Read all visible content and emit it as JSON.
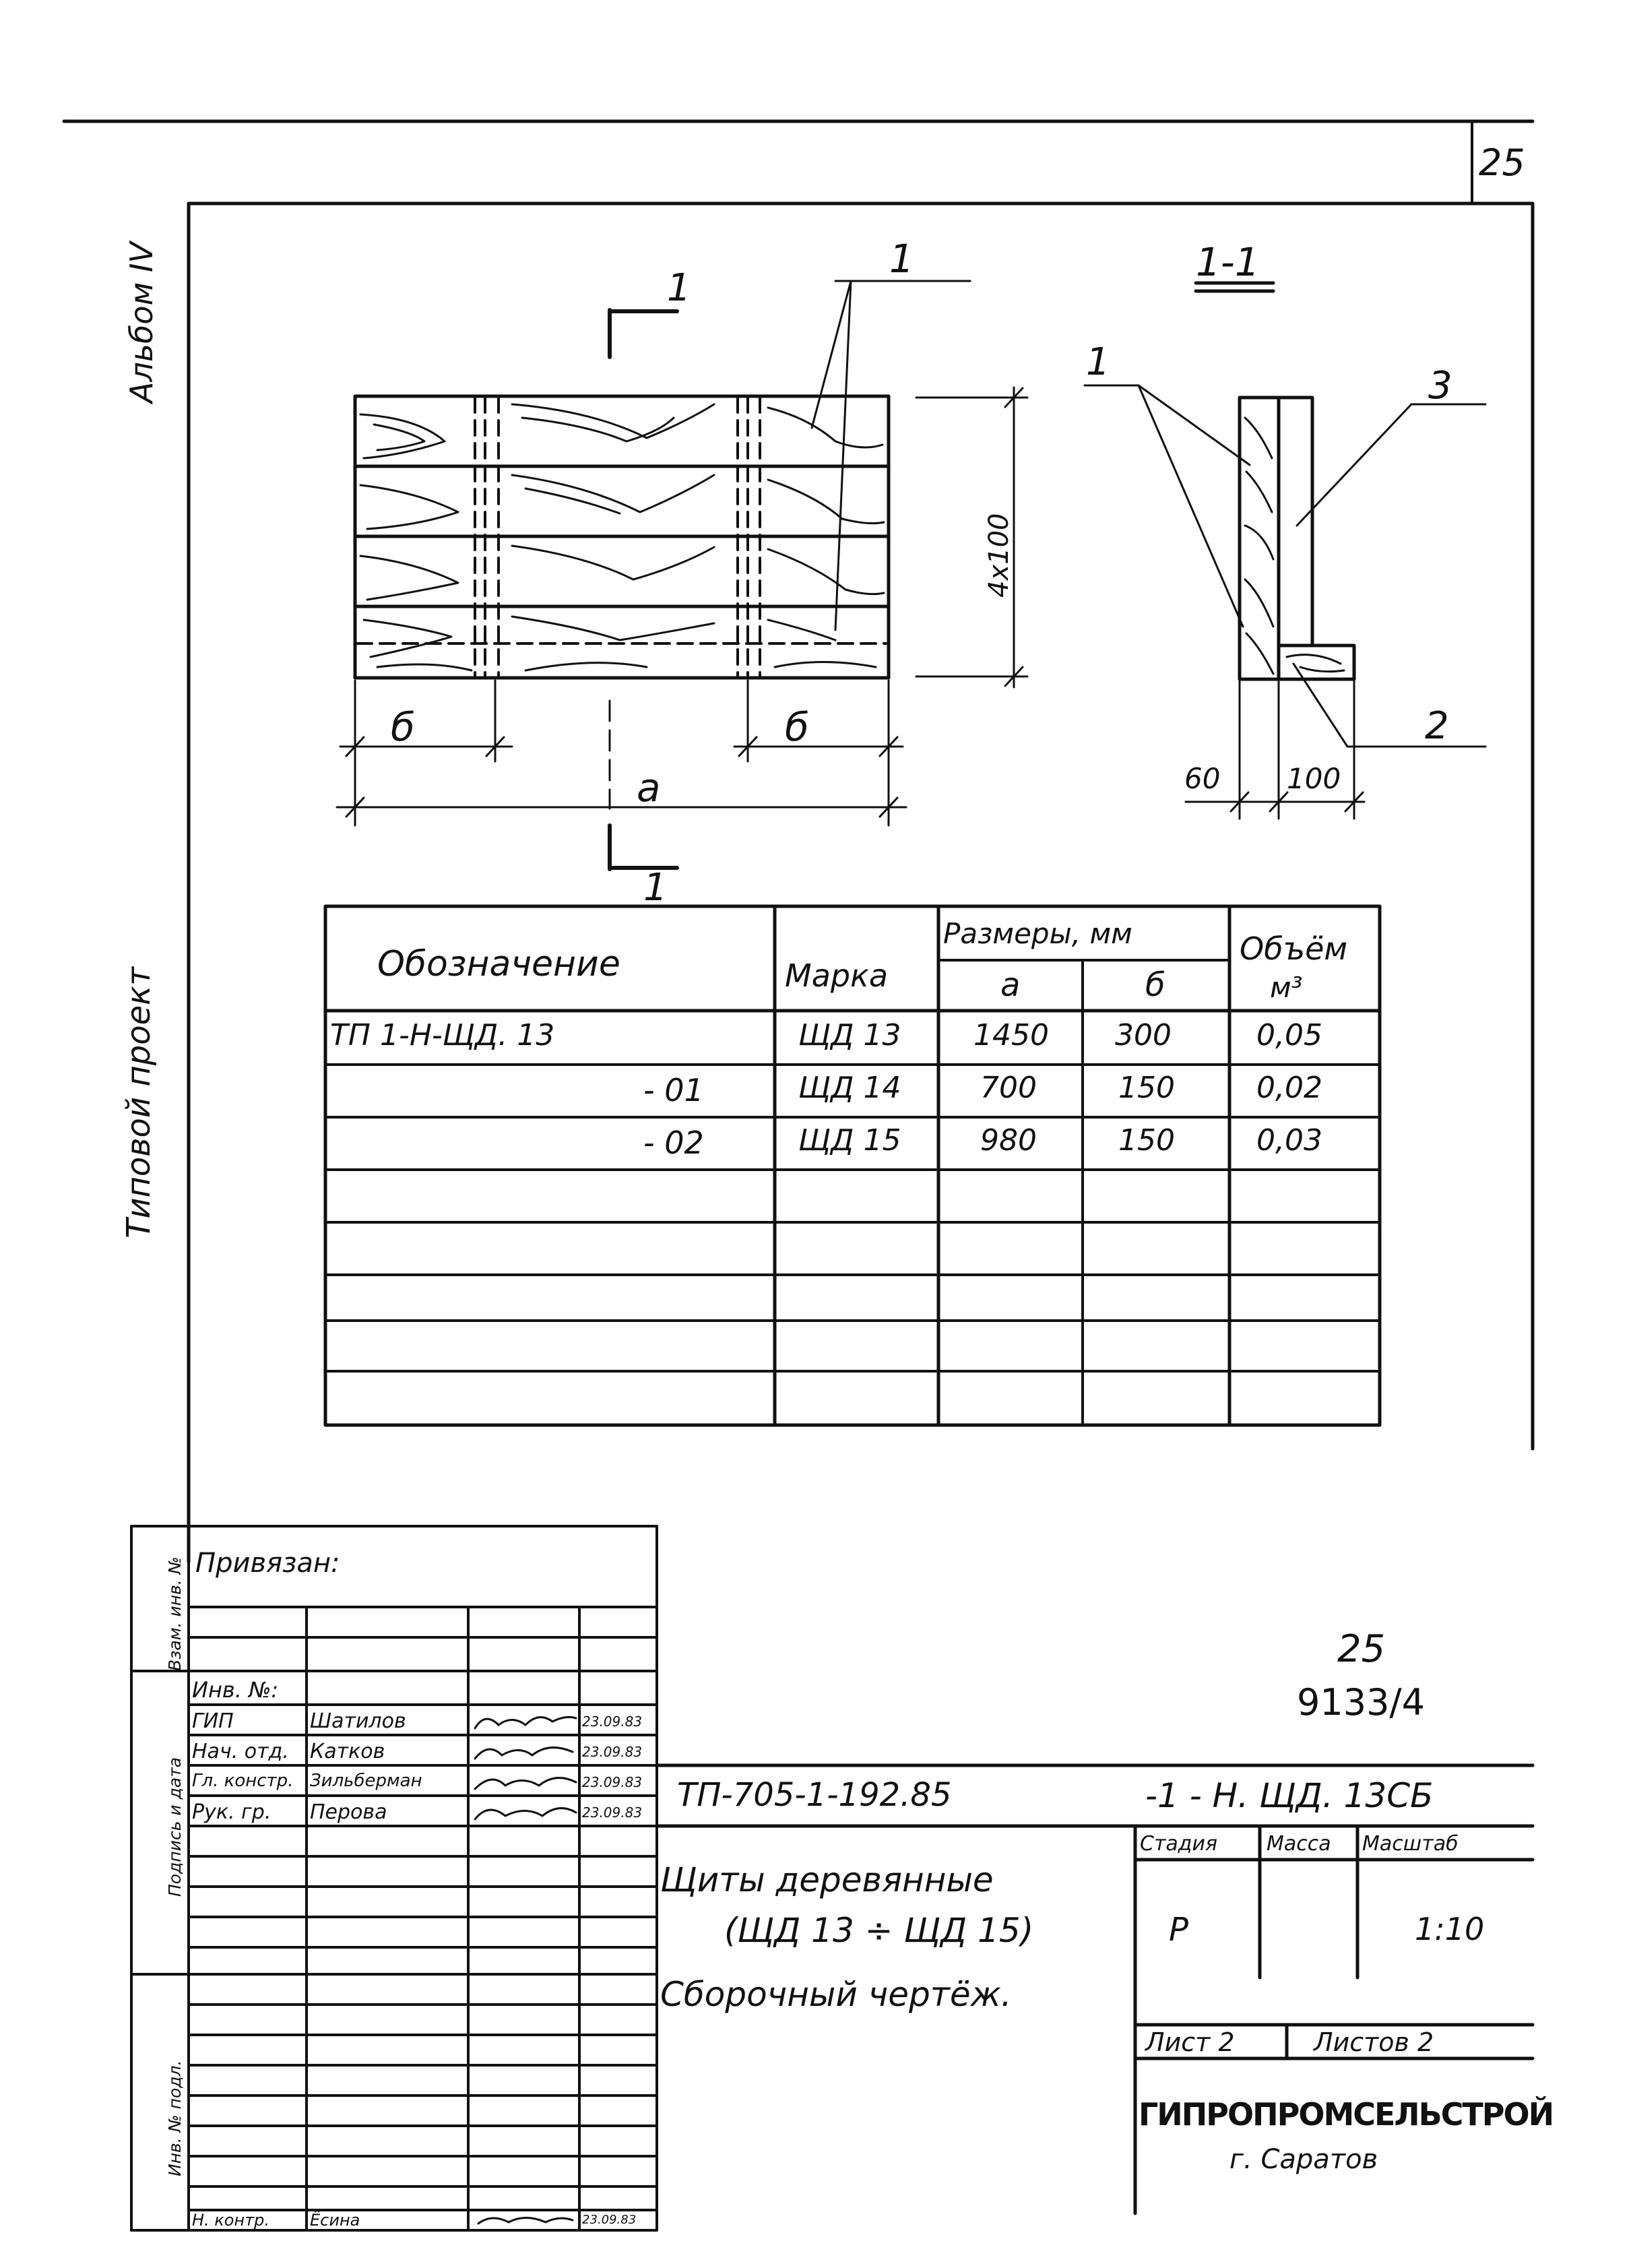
{
  "sheet_number": "25",
  "margin": {
    "album": "Альбом IV",
    "project_type": "Типовой проект",
    "stamp_columns": [
      "Взам. инв. №",
      "Подпись и дата",
      "Инв. № подл."
    ]
  },
  "drawing": {
    "callout_1": "1",
    "section_mark": "1",
    "section_title": "1-1",
    "dim_b": "б",
    "dim_a": "а",
    "dim_height": "4x100",
    "dim_60": "60",
    "dim_100": "100",
    "pos_1": "1",
    "pos_2": "2",
    "pos_3": "3"
  },
  "spec_table": {
    "headers": {
      "designation": "Обозначение",
      "mark": "Марка",
      "dimensions": "Размеры, мм",
      "a": "а",
      "b": "б",
      "volume": "Объём",
      "volume_unit": "м³"
    },
    "rows": [
      {
        "designation": "ТП 1-Н-ЩД. 13",
        "mark": "ЩД 13",
        "a": "1450",
        "b": "300",
        "volume": "0,05"
      },
      {
        "designation": "- 01",
        "mark": "ЩД 14",
        "a": "700",
        "b": "150",
        "volume": "0,02"
      },
      {
        "designation": "- 02",
        "mark": "ЩД 15",
        "a": "980",
        "b": "150",
        "volume": "0,03"
      }
    ]
  },
  "title_block": {
    "privyazan": "Привязан:",
    "inv_no": "Инв. №:",
    "sheet_ref": "25",
    "archive_no": "9133/4",
    "people": [
      {
        "role": "ГИП",
        "name": "Шатилов",
        "date": "23.09.83"
      },
      {
        "role": "Нач. отд.",
        "name": "Катков",
        "date": "23.09.83"
      },
      {
        "role": "Гл. констр.",
        "name": "Зильберман",
        "date": "23.09.83"
      },
      {
        "role": "Рук. гр.",
        "name": "Перова",
        "date": "23.09.83"
      },
      {
        "role": "Н. контр.",
        "name": "Ёсина",
        "date": "23.09.83"
      }
    ],
    "project_code": "ТП-705-1-192.85",
    "doc_code": "-1 - Н. ЩД. 13СБ",
    "title_line1": "Щиты деревянные",
    "title_line2": "(ЩД 13 ÷ ЩД 15)",
    "title_line3": "Сборочный чертёж.",
    "stage_label": "Стадия",
    "mass_label": "Масса",
    "scale_label": "Масштаб",
    "stage_value": "Р",
    "scale_value": "1:10",
    "sheet_label": "Лист 2",
    "sheets_label": "Листов 2",
    "organization": "ГИПРОПРОМСЕЛЬСТРОЙ",
    "city": "г. Саратов"
  }
}
